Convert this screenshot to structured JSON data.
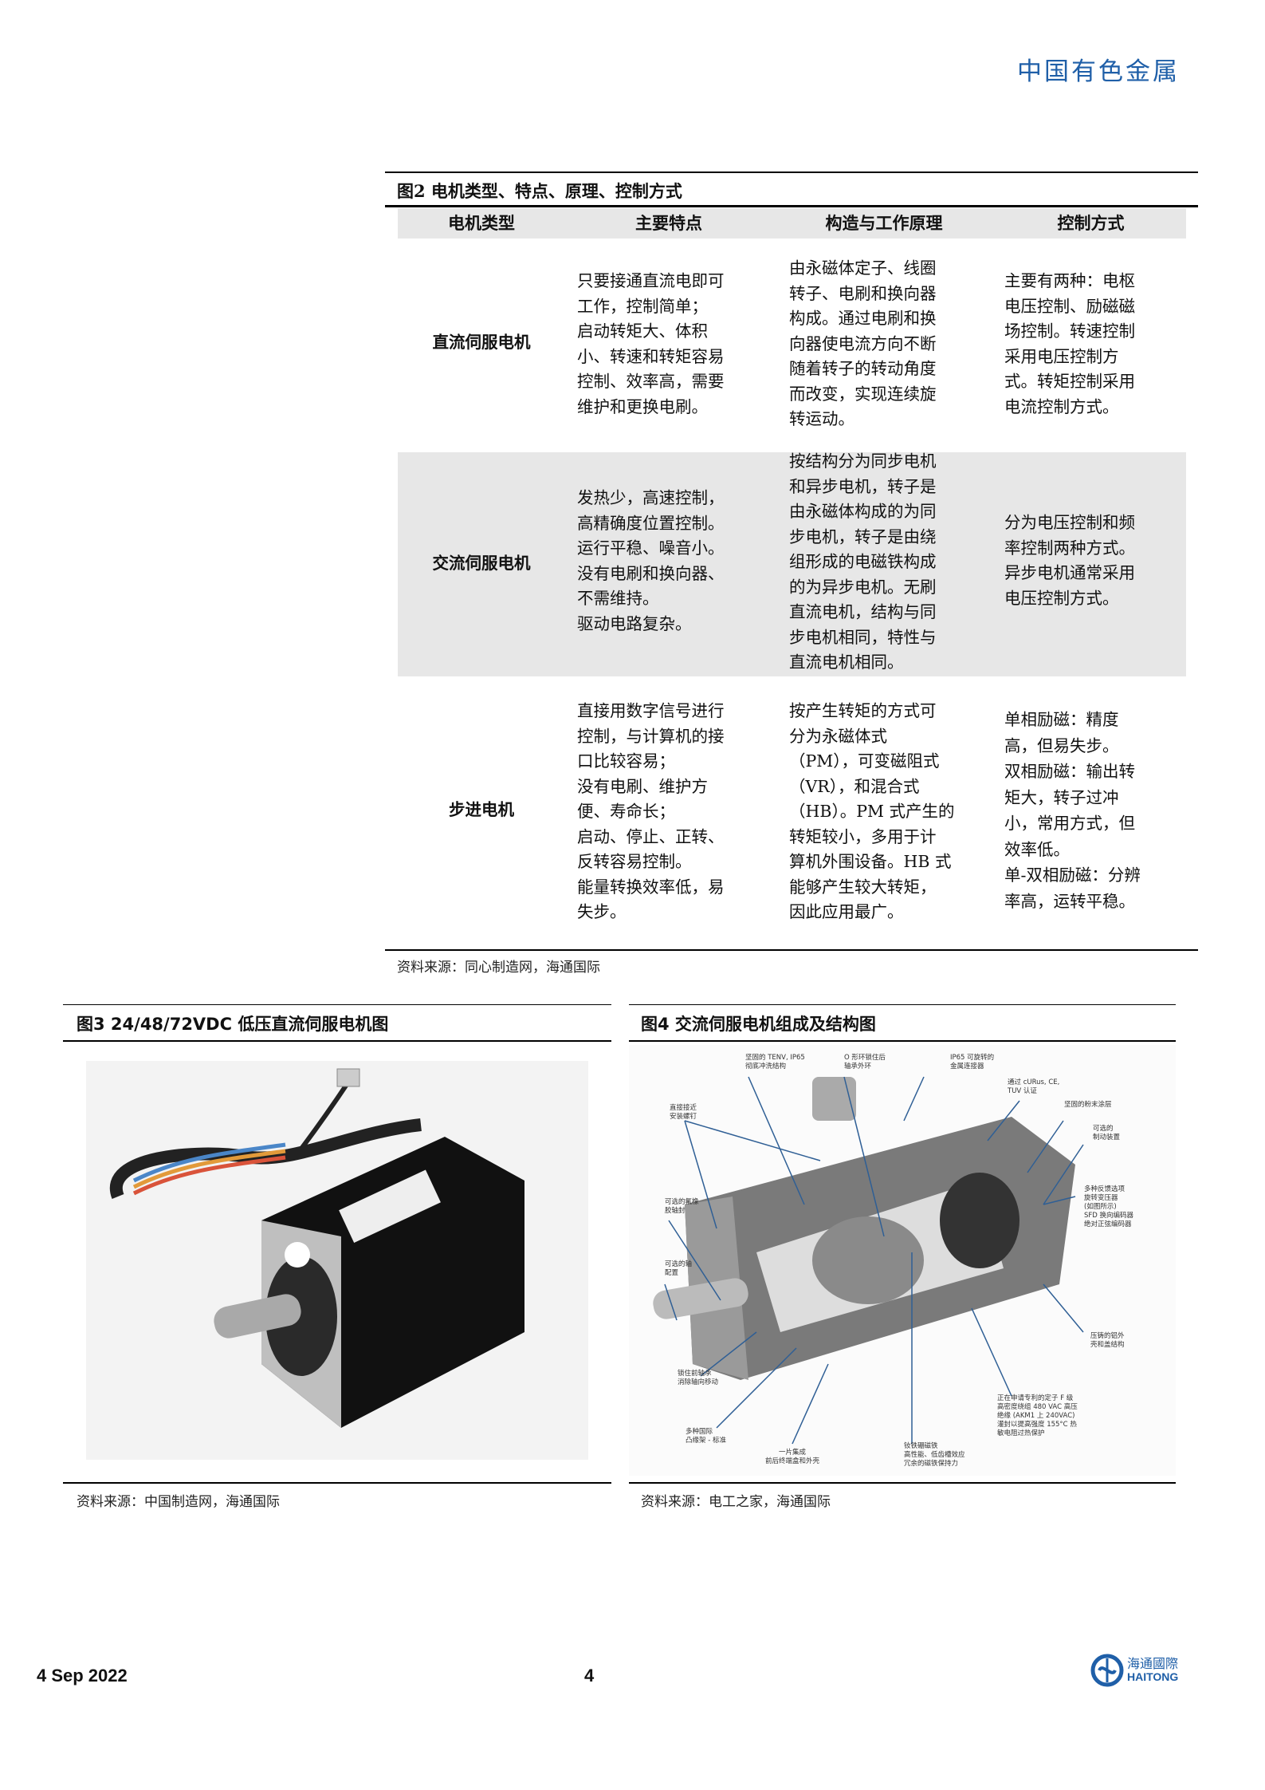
{
  "header": {
    "brand": "中国有色金属"
  },
  "figure2": {
    "title": "图2  电机类型、特点、原理、控制方式",
    "columns": [
      "电机类型",
      "主要特点",
      "构造与工作原理",
      "控制方式"
    ],
    "rows": [
      {
        "type": "直流伺服电机",
        "features": "只要接通直流电即可\n工作，控制简单；\n启动转矩大、体积\n小、转速和转矩容易\n控制、效率高，需要\n维护和更换电刷。",
        "principle": "由永磁体定子、线圈\n转子、电刷和换向器\n构成。通过电刷和换\n向器使电流方向不断\n随着转子的转动角度\n而改变，实现连续旋\n转运动。",
        "control": "主要有两种：电枢\n电压控制、励磁磁\n场控制。转速控制\n采用电压控制方\n式。转矩控制采用\n电流控制方式。"
      },
      {
        "type": "交流伺服电机",
        "features": "发热少，高速控制，\n高精确度位置控制。\n运行平稳、噪音小。\n没有电刷和换向器、\n不需维持。\n驱动电路复杂。",
        "principle": "按结构分为同步电机\n和异步电机，转子是\n由永磁体构成的为同\n步电机，转子是由绕\n组形成的电磁铁构成\n的为异步电机。无刷\n直流电机，结构与同\n步电机相同，特性与\n直流电机相同。",
        "control": "分为电压控制和频\n率控制两种方式。\n异步电机通常采用\n电压控制方式。"
      },
      {
        "type": "步进电机",
        "features": "直接用数字信号进行\n控制，与计算机的接\n口比较容易；\n没有电刷、维护方\n便、寿命长；\n启动、停止、正转、\n反转容易控制。\n能量转换效率低，易\n失步。",
        "principle": "按产生转矩的方式可\n分为永磁体式\n（PM），可变磁阻式\n（VR），和混合式\n（HB）。PM 式产生的\n转矩较小，多用于计\n算机外围设备。HB 式\n能够产生较大转矩，\n因此应用最广。",
        "control": "单相励磁：精度\n高，但易失步。\n双相励磁：输出转\n矩大，转子过冲\n小，常用方式，但\n效率低。\n单-双相励磁：分辨\n率高，运转平稳。"
      }
    ],
    "source": "资料来源：同心制造网，海通国际"
  },
  "figure3": {
    "title": "图3  24/48/72VDC 低压直流伺服电机图",
    "source": "资料来源：中国制造网，海通国际"
  },
  "figure4": {
    "title": "图4  交流伺服电机组成及结构图",
    "labels": [
      "坚固的 TENV, IP65\n彻底冲洗结构",
      "O 形环锁住后\n轴承外环",
      "IP65 可旋转的\n金属连接器",
      "通过 cURus, CE,\nTUV 认证",
      "坚固的粉末涂层",
      "可选的\n制动装置",
      "多种反馈选项\n旋转变压器\n(如图所示)\nSFD 换向编码器\n绝对正弦编码器",
      "直接接近\n安装螺钉",
      "可选的氟橡\n胶轴封",
      "可选的轴\n配置",
      "压铸的铝外\n壳和盖结构",
      "锁住前轴承\n消除轴向移动",
      "正在申请专利的定子 F 级\n高密度绕组 480 VAC 高压\n绝缘 (AKM1 上 240VAC)\n灌封以提高强度 155°C 热\n敏电阻过热保护",
      "多种国际\n凸缘架 - 标准",
      "一片集成\n前后终端盒和外壳",
      "钕铁硼磁铁\n高性能、低齿槽效应\n冗余的磁铁保持力"
    ],
    "source": "资料来源：电工之家，海通国际"
  },
  "footer": {
    "date": "4 Sep 2022",
    "page": "4",
    "logo_cn": "海通國際",
    "logo_en": "HAITONG"
  },
  "colors": {
    "brand": "#1f5fa8",
    "table_shade": "#e7e7e7"
  }
}
